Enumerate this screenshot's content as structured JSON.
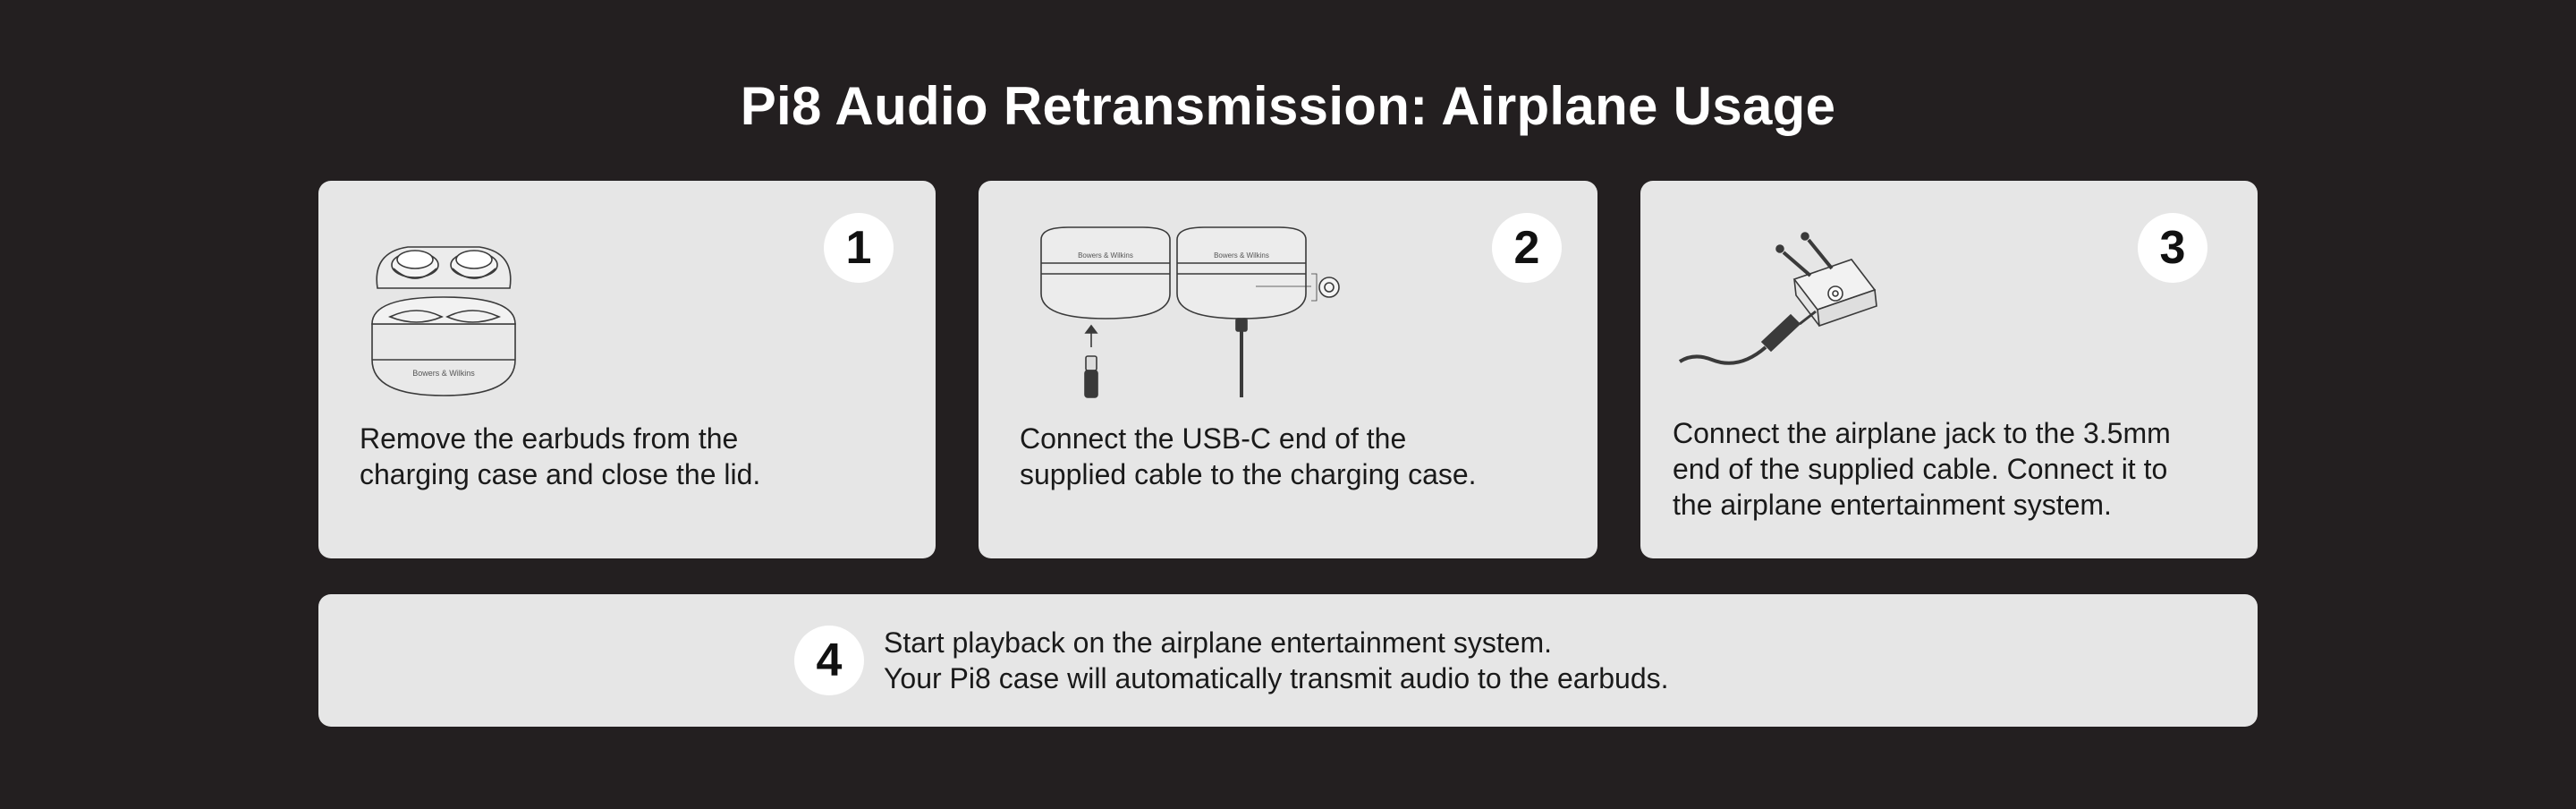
{
  "page": {
    "title": "Pi8 Audio Retransmission: Airplane Usage"
  },
  "colors": {
    "background": "#231f20",
    "card": "#e6e6e6",
    "badge": "#ffffff",
    "text": "#1a1a1a",
    "title": "#ffffff"
  },
  "steps": [
    {
      "number": "1",
      "lines": [
        "Remove the earbuds from the",
        "charging case and close the lid."
      ],
      "illustration": "earbuds-in-open-case",
      "brand_text": "Bowers & Wilkins"
    },
    {
      "number": "2",
      "lines": [
        "Connect the USB-C end of the",
        "supplied cable to the charging case."
      ],
      "illustration": "usb-c-cable-to-case",
      "brand_text": "Bowers & Wilkins"
    },
    {
      "number": "3",
      "lines": [
        "Connect the airplane jack to the 3.5mm",
        "end of the supplied cable. Connect it to",
        "the airplane entertainment system."
      ],
      "illustration": "airplane-jack-adapter"
    },
    {
      "number": "4",
      "lines": [
        "Start playback on the airplane entertainment system.",
        "Your Pi8 case will automatically transmit audio to the earbuds."
      ]
    }
  ]
}
